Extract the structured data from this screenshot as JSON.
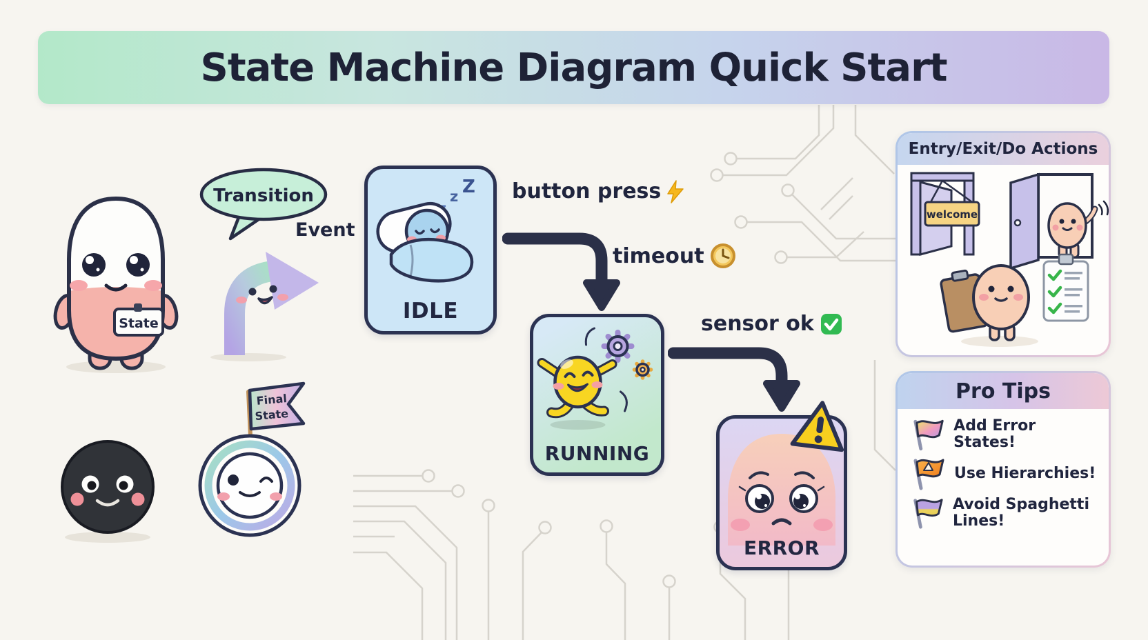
{
  "title": "State Machine Diagram Quick Start",
  "legend": {
    "state_badge": "State",
    "transition_bubble": "Transition",
    "event_label": "Event"
  },
  "states": {
    "idle": {
      "label": "IDLE",
      "sleep_letters": [
        "z",
        "z",
        "Z"
      ]
    },
    "running": {
      "label": "RUNNING"
    },
    "error": {
      "label": "ERROR"
    }
  },
  "transitions": {
    "button_press": {
      "label": "button press",
      "icon": "lightning-icon"
    },
    "timeout": {
      "label": "timeout",
      "icon": "clock-icon"
    },
    "sensor_ok": {
      "label": "sensor ok",
      "icon": "check-icon"
    }
  },
  "final_state_flag": {
    "line1": "Final",
    "line2": "State"
  },
  "panels": {
    "actions": {
      "title": "Entry/Exit/Do Actions",
      "welcome_sign": "welcome"
    },
    "pro_tips": {
      "title": "Pro Tips",
      "tips": [
        "Add Error States!",
        "Use Hierarchies!",
        "Avoid Spaghetti Lines!"
      ]
    }
  },
  "colors": {
    "background": "#f7f5f0",
    "ink": "#2b3252",
    "banner_gradient": [
      "#b3e8c9",
      "#c8e6df",
      "#c6d4ec",
      "#c9b8e6"
    ],
    "idle_fill": "#cde6f7",
    "running_fill_top": "#d7e9f6",
    "running_fill_bottom": "#c2e8cc",
    "error_fill_top": "#dcd6f3",
    "error_fill_bottom": "#ecc9dd",
    "warning_yellow": "#f8cf1f",
    "check_green": "#31ba52",
    "lightning_yellow": "#f6b71d",
    "clock_gold": "#f3c75c"
  }
}
